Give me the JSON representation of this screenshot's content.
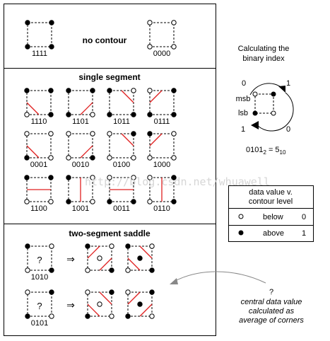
{
  "sections": {
    "no_contour": {
      "title": "no contour",
      "cases": [
        {
          "code": "1111",
          "corners": [
            1,
            1,
            1,
            1
          ],
          "lines": []
        },
        {
          "code": "0000",
          "corners": [
            0,
            0,
            0,
            0
          ],
          "lines": []
        }
      ]
    },
    "single_segment": {
      "title": "single segment",
      "cases": [
        {
          "code": "1110",
          "corners": [
            1,
            1,
            1,
            0
          ],
          "lines": [
            [
              "L",
              "B"
            ]
          ]
        },
        {
          "code": "1101",
          "corners": [
            1,
            1,
            0,
            1
          ],
          "lines": [
            [
              "B",
              "R"
            ]
          ]
        },
        {
          "code": "1011",
          "corners": [
            1,
            0,
            1,
            1
          ],
          "lines": [
            [
              "T",
              "R"
            ]
          ]
        },
        {
          "code": "0111",
          "corners": [
            0,
            1,
            1,
            1
          ],
          "lines": [
            [
              "L",
              "T"
            ]
          ]
        },
        {
          "code": "0001",
          "corners": [
            0,
            0,
            0,
            1
          ],
          "lines": [
            [
              "L",
              "B"
            ]
          ]
        },
        {
          "code": "0010",
          "corners": [
            0,
            0,
            1,
            0
          ],
          "lines": [
            [
              "B",
              "R"
            ]
          ]
        },
        {
          "code": "0100",
          "corners": [
            0,
            1,
            0,
            0
          ],
          "lines": [
            [
              "T",
              "R"
            ]
          ]
        },
        {
          "code": "1000",
          "corners": [
            1,
            0,
            0,
            0
          ],
          "lines": [
            [
              "L",
              "T"
            ]
          ]
        },
        {
          "code": "1100",
          "corners": [
            1,
            1,
            0,
            0
          ],
          "lines": [
            [
              "L",
              "R"
            ]
          ]
        },
        {
          "code": "1001",
          "corners": [
            1,
            0,
            0,
            1
          ],
          "lines": [
            [
              "T",
              "B"
            ]
          ]
        },
        {
          "code": "0011",
          "corners": [
            0,
            0,
            1,
            1
          ],
          "lines": [
            [
              "L",
              "R"
            ]
          ]
        },
        {
          "code": "0110",
          "corners": [
            0,
            1,
            1,
            0
          ],
          "lines": [
            [
              "T",
              "B"
            ]
          ]
        }
      ]
    },
    "saddle": {
      "title": "two-segment saddle",
      "arrow": "⇒",
      "question_mark": "?",
      "cases": [
        {
          "code": "1010",
          "corners": [
            1,
            0,
            1,
            0
          ],
          "options": [
            {
              "center": 0,
              "lines": [
                [
                  "L",
                  "T"
                ],
                [
                  "B",
                  "R"
                ]
              ]
            },
            {
              "center": 1,
              "lines": [
                [
                  "T",
                  "R"
                ],
                [
                  "L",
                  "B"
                ]
              ]
            }
          ]
        },
        {
          "code": "0101",
          "corners": [
            0,
            1,
            0,
            1
          ],
          "options": [
            {
              "center": 0,
              "lines": [
                [
                  "T",
                  "R"
                ],
                [
                  "L",
                  "B"
                ]
              ]
            },
            {
              "center": 1,
              "lines": [
                [
                  "L",
                  "T"
                ],
                [
                  "B",
                  "R"
                ]
              ]
            }
          ]
        }
      ]
    }
  },
  "binary_index": {
    "title_line1": "Calculating the",
    "title_line2": "binary index",
    "corner_bits": [
      0,
      1,
      0,
      1
    ],
    "msb": "msb",
    "lsb": "lsb",
    "example_binary": "0101",
    "example_base2": "2",
    "example_eq": "=",
    "example_decimal": "5",
    "example_base10": "10"
  },
  "legend": {
    "title_line1": "data value v.",
    "title_line2": "contour level",
    "rows": [
      {
        "symbol": "open-circle",
        "label": "below",
        "value": "0"
      },
      {
        "symbol": "filled-circle",
        "label": "above",
        "value": "1"
      }
    ]
  },
  "note": {
    "mark": "?",
    "line1": "central data value",
    "line2": "calculated as",
    "line3": "average of corners"
  },
  "watermark": "http://blog.csdn.net/whuawell",
  "colors": {
    "contour_line": "#e02020",
    "border": "#000000",
    "arrow": "#888888",
    "watermark": "#cfcfcf"
  }
}
